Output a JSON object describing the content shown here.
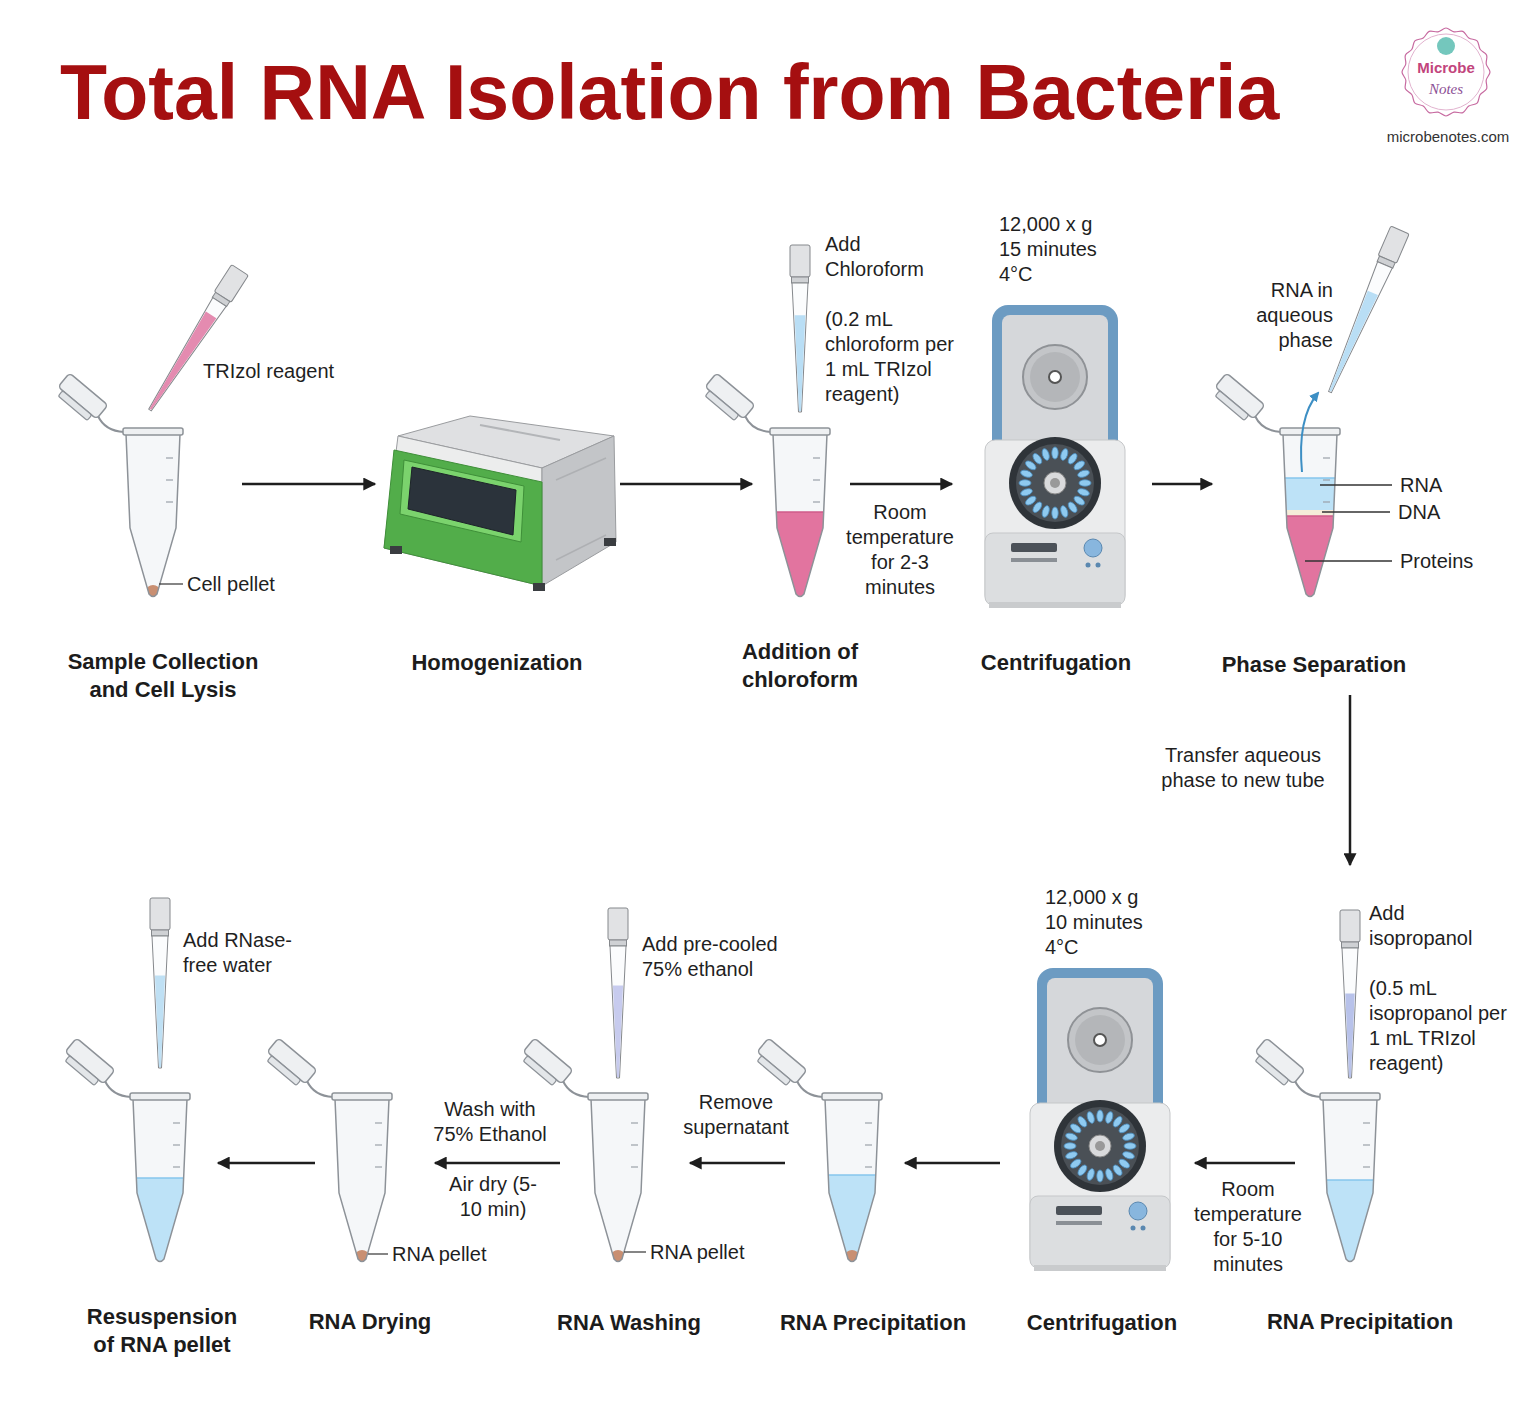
{
  "diagram": {
    "title": "Total RNA Isolation from Bacteria",
    "nodes": [
      {
        "text": [
          "Sample Collection and Cell Lysis"
        ]
      },
      {
        "text": [
          "Homogenization"
        ]
      },
      {
        "text": [
          "Addition of chloroform"
        ]
      },
      {
        "text": [
          "Centrifugation"
        ]
      },
      {
        "text": [
          "Phase Separation"
        ]
      },
      {
        "text": [
          "RNA Precipitation"
        ]
      },
      {
        "text": [
          "Centrifugation"
        ]
      },
      {
        "text": [
          "RNA Precipitation"
        ]
      },
      {
        "text": [
          "RNA Washing"
        ]
      },
      {
        "text": [
          "RNA Drying"
        ]
      },
      {
        "text": [
          "Resuspension of RNA pellet"
        ]
      }
    ],
    "edges": [
      {
        "from": 0,
        "to": 1,
        "arrow": "to"
      },
      {
        "from": 1,
        "to": 2,
        "arrow": "to"
      },
      {
        "from": 2,
        "to": 3,
        "label": "Room temperature for 2-3 minutes",
        "arrow": "to"
      },
      {
        "from": 3,
        "to": 4,
        "arrow": "to"
      },
      {
        "from": 4,
        "to": 5,
        "label": "Transfer aqueous phase to new tube",
        "arrow": "to"
      },
      {
        "from": 5,
        "to": 6,
        "label": "Room temperature for 5-10 minutes",
        "arrow": "to"
      },
      {
        "from": 6,
        "to": 7,
        "arrow": "to"
      },
      {
        "from": 7,
        "to": 8,
        "label": "Remove supernatant",
        "arrow": "to"
      },
      {
        "from": 8,
        "to": 9,
        "label": "Wash with 75% Ethanol",
        "arrow": "to"
      },
      {
        "from": 9,
        "to": 10,
        "arrow": "to"
      }
    ],
    "labels": [
      "Microbe",
      "Notes",
      "microbenotes.com",
      "TRIzol reagent",
      "Cell pellet",
      "Add Chloroform",
      "(0.2 mL chloroform per 1 mL TRIzol reagent)",
      "12,000 x g 15 minutes 4°C",
      "RNA in aqueous phase",
      "RNA",
      "DNA",
      "Proteins",
      "12,000 x g 10 minutes 4°C",
      "Add isopropanol",
      "(0.5 mL isopropanol per 1 mL TRIzol reagent)",
      "Add pre-cooled 75% ethanol",
      "RNA pellet",
      "Air dry (5-10 min)",
      "RNA pellet",
      "Add RNase-free water"
    ]
  }
}
